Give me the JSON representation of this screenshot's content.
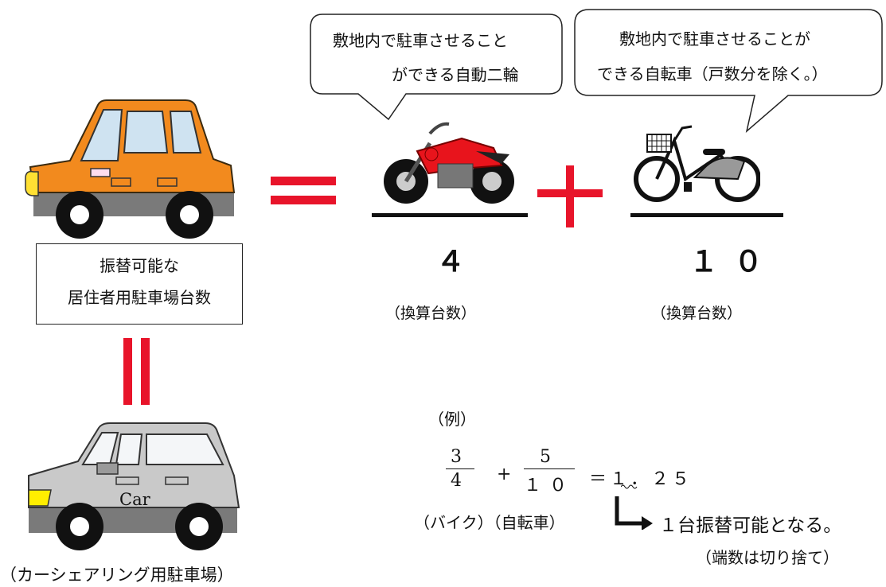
{
  "bubbles": {
    "motorcycle": [
      "敷地内で駐車させること",
      "ができる自動二輪"
    ],
    "bicycle": [
      "敷地内で駐車させることが",
      "できる自転車（戸数分を除く。）"
    ]
  },
  "parking_box": [
    "振替可能な",
    "居住者用駐車場台数"
  ],
  "motorcycle_divisor": "４",
  "bicycle_divisor": "１０",
  "conversion_label_1": "（換算台数）",
  "conversion_label_2": "（換算台数）",
  "carshare_label": "（カーシェアリング用駐車場）",
  "car_text": "Car",
  "example": {
    "heading": "（例）",
    "frac1_num": "3",
    "frac1_den": "4",
    "plus": "+",
    "frac2_num": "5",
    "frac2_den": "１０",
    "result": "＝１．２５",
    "labels": "（バイク）（自転車）",
    "conclusion": "１台振替可能となる。",
    "note": "（端数は切り捨て）"
  },
  "colors": {
    "accent_red": "#e8142a",
    "orange_car": "#f28a1e",
    "grey_car": "#c9c9c9",
    "motorcycle_red": "#e8141c"
  }
}
